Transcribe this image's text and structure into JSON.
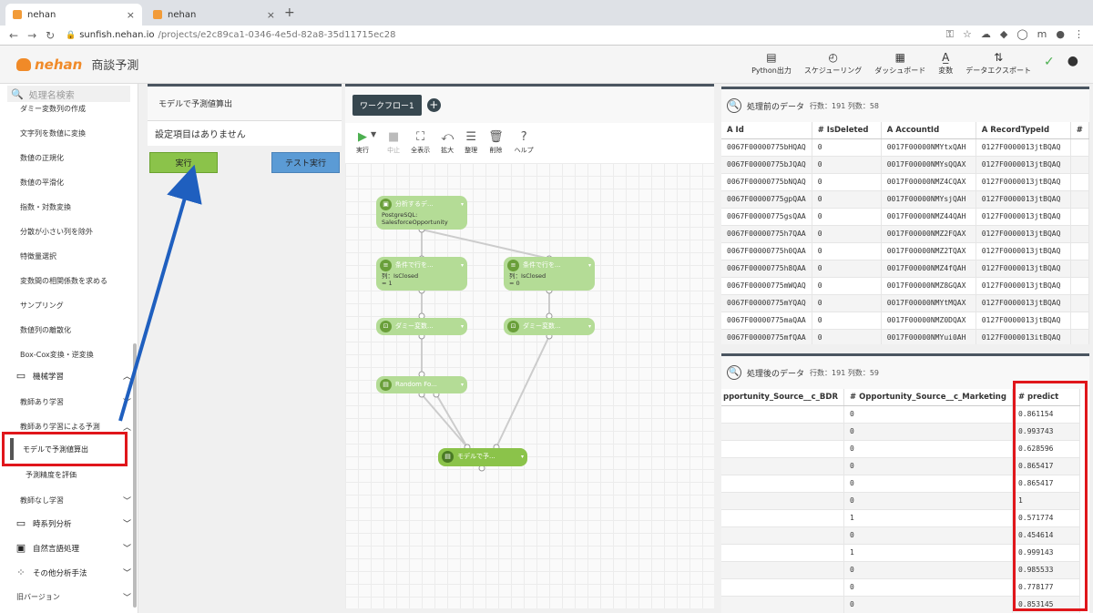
{
  "browser": {
    "tabs": [
      {
        "title": "nehan",
        "close": "×"
      },
      {
        "title": "nehan",
        "close": "×"
      }
    ],
    "new_tab": "+",
    "url_host": "sunfish.nehan.io",
    "url_path": "/projects/e2c89ca1-0346-4e5d-82a8-35d11715ec28"
  },
  "app": {
    "logo": "nehan",
    "project": "商談予測",
    "toolbar": [
      {
        "label": "Python出力",
        "icon": "file-icon"
      },
      {
        "label": "スケジューリング",
        "icon": "clock-icon"
      },
      {
        "label": "ダッシュボード",
        "icon": "dashboard-icon"
      },
      {
        "label": "変数",
        "icon": "variable-icon"
      },
      {
        "label": "データエクスポート",
        "icon": "export-icon"
      }
    ]
  },
  "sidebar": {
    "search_placeholder": "処理名検索",
    "items": [
      "ダミー変数列の作成",
      "文字列を数値に変換",
      "数値の正規化",
      "数値の平滑化",
      "指数・対数変換",
      "分散が小さい列を除外",
      "特徴量選択",
      "変数間の相関係数を求める",
      "サンプリング",
      "数値列の離散化",
      "Box-Cox変換・逆変換"
    ],
    "group_ml": "機械学習",
    "sub_supervised": "教師あり学習",
    "sub_predict": "教師あり学習による予測",
    "selected": "モデルで予測値算出",
    "item_eval": "予測精度を評価",
    "sub_unsupervised": "教師なし学習",
    "group_timeseries": "時系列分析",
    "group_nlp": "自然言語処理",
    "group_other": "その他分析手法",
    "group_old": "旧バージョン"
  },
  "settings": {
    "title": "モデルで予測値算出",
    "body": "設定項目はありません",
    "run": "実行",
    "test_run": "テスト実行"
  },
  "workflow": {
    "tab": "ワークフロー1",
    "tools": [
      {
        "label": "実行",
        "icon": "play-icon"
      },
      {
        "label": "中止",
        "icon": "stop-icon"
      },
      {
        "label": "全表示",
        "icon": "fit-icon"
      },
      {
        "label": "拡大",
        "icon": "zoom-icon"
      },
      {
        "label": "整理",
        "icon": "arrange-icon"
      },
      {
        "label": "削除",
        "icon": "trash-icon"
      },
      {
        "label": "ヘルプ",
        "icon": "help-icon"
      }
    ],
    "nodes": {
      "source": {
        "name": "分析するデ...",
        "sub1": "PostgreSQL:",
        "sub2": "SalesforceOpportunity"
      },
      "filter1": {
        "name": "条件で行を...",
        "sub1": "列：IsClosed",
        "sub2": "= 1"
      },
      "filter2": {
        "name": "条件で行を...",
        "sub1": "列：IsClosed",
        "sub2": "= 0"
      },
      "dummy1": {
        "name": "ダミー変数..."
      },
      "dummy2": {
        "name": "ダミー変数..."
      },
      "rf": {
        "name": "Random Fo..."
      },
      "predict": {
        "name": "モデルで予..."
      }
    }
  },
  "before": {
    "title": "処理前のデータ",
    "counts": "行数：191 列数：58",
    "columns": [
      "A Id",
      "# IsDeleted",
      "A AccountId",
      "A RecordTypeId",
      "#"
    ],
    "rows": [
      [
        "0067F00000775bHQAQ",
        "0",
        "0017F00000NMYtxQAH",
        "0127F0000013jtBQAQ"
      ],
      [
        "0067F00000775bJQAQ",
        "0",
        "0017F00000NMYsQQAX",
        "0127F0000013jtBQAQ"
      ],
      [
        "0067F00000775bNQAQ",
        "0",
        "0017F00000NMZ4CQAX",
        "0127F0000013jtBQAQ"
      ],
      [
        "0067F00000775gpQAA",
        "0",
        "0017F00000NMYsjQAH",
        "0127F0000013jtBQAQ"
      ],
      [
        "0067F00000775gsQAA",
        "0",
        "0017F00000NMZ44QAH",
        "0127F0000013jtBQAQ"
      ],
      [
        "0067F00000775h7QAA",
        "0",
        "0017F00000NMZ2FQAX",
        "0127F0000013jtBQAQ"
      ],
      [
        "0067F00000775h0QAA",
        "0",
        "0017F00000NMZ2TQAX",
        "0127F0000013jtBQAQ"
      ],
      [
        "0067F00000775h8QAA",
        "0",
        "0017F00000NMZ4fQAH",
        "0127F0000013jtBQAQ"
      ],
      [
        "0067F00000775mWQAQ",
        "0",
        "0017F00000NMZ8GQAX",
        "0127F0000013jtBQAQ"
      ],
      [
        "0067F00000775mYQAQ",
        "0",
        "0017F00000NMYtMQAX",
        "0127F0000013jtBQAQ"
      ],
      [
        "0067F00000775maQAA",
        "0",
        "0017F00000NMZ0DQAX",
        "0127F0000013jtBQAQ"
      ],
      [
        "0067F00000775mfQAA",
        "0",
        "0017F00000NMYui0AH",
        "0127F0000013itBQAQ"
      ]
    ]
  },
  "after": {
    "title": "処理後のデータ",
    "counts": "行数：191 列数：59",
    "columns": [
      "pportunity_Source__c_BDR",
      "# Opportunity_Source__c_Marketing",
      "# predict"
    ],
    "rows": [
      [
        "",
        "0",
        "0.861154"
      ],
      [
        "",
        "0",
        "0.993743"
      ],
      [
        "",
        "0",
        "0.628596"
      ],
      [
        "",
        "0",
        "0.865417"
      ],
      [
        "",
        "0",
        "0.865417"
      ],
      [
        "",
        "0",
        "1"
      ],
      [
        "",
        "1",
        "0.571774"
      ],
      [
        "",
        "0",
        "0.454614"
      ],
      [
        "",
        "1",
        "0.999143"
      ],
      [
        "",
        "0",
        "0.985533"
      ],
      [
        "",
        "0",
        "0.778177"
      ],
      [
        "",
        "0",
        "0.853145"
      ]
    ]
  },
  "colors": {
    "accent": "#8bc34a",
    "highlight": "#e0161b",
    "arrow": "#1f5fbf",
    "brand": "#f08a28"
  }
}
